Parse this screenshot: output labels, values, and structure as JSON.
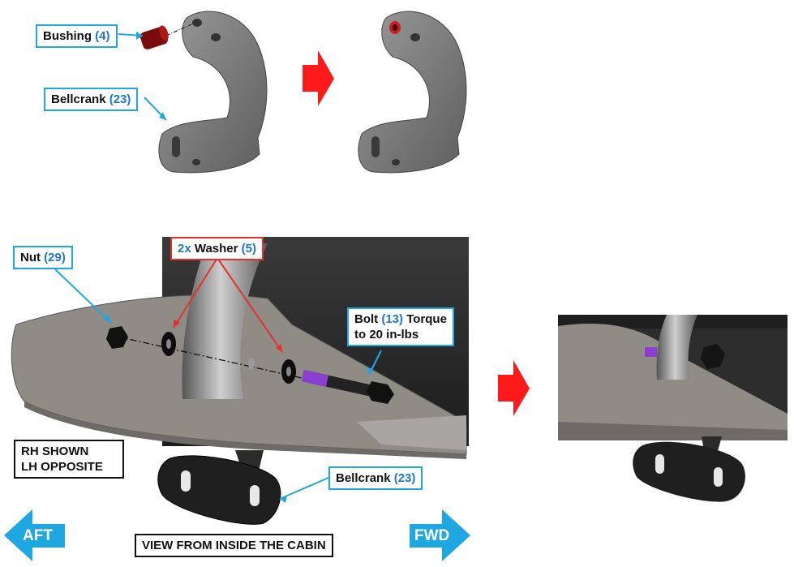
{
  "callouts": {
    "bushing": {
      "label": "Bushing",
      "num": "(4)"
    },
    "bellcrank_top": {
      "label": "Bellcrank",
      "num": "(23)"
    },
    "nut": {
      "label": "Nut",
      "num": "(29)"
    },
    "washer": {
      "prefix": "2x",
      "label": "Washer",
      "num": "(5)"
    },
    "bolt": {
      "label": "Bolt",
      "num": "(13)",
      "suffix": "Torque",
      "line2": "to 20 in-lbs"
    },
    "bellcrank_bottom": {
      "label": "Bellcrank",
      "num": "(23)"
    },
    "rh_shown": {
      "line1": "RH SHOWN",
      "line2": "LH OPPOSITE"
    },
    "view": {
      "label": "VIEW FROM INSIDE THE CABIN"
    }
  },
  "direction": {
    "aft": "AFT",
    "fwd": "FWD"
  },
  "colors": {
    "callout_border": "#1ea7e1",
    "washer_border": "#e53030",
    "number": "#1e78c8",
    "step_arrow": "#ff1a1a",
    "direction_arrow": "#1ea7e1"
  }
}
